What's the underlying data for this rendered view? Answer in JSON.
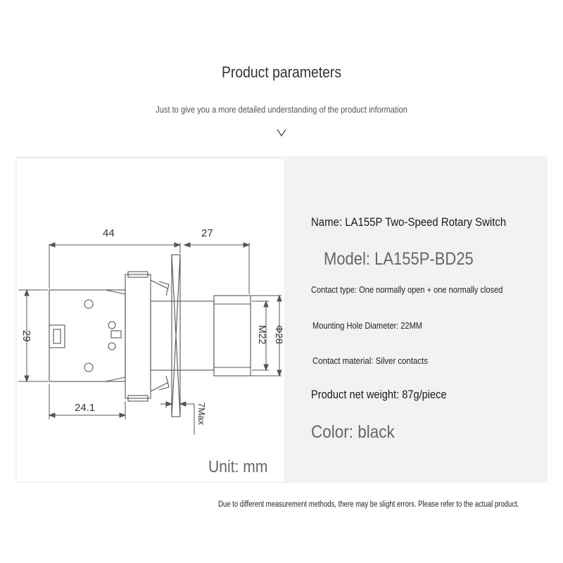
{
  "header": {
    "title": "Product parameters",
    "subtitle": "Just to give you a more detailed understanding of the product information"
  },
  "icons": {
    "scroll_hint": "chevron-down-icon"
  },
  "drawing": {
    "dim_length": "44",
    "dim_front": "27",
    "dim_height": "29",
    "dim_thread": "M22",
    "dim_diameter": "Φ28",
    "dim_contact_width": "24.1",
    "dim_panel_max": "7Max"
  },
  "specs": {
    "name": "Name: LA155P Two-Speed Rotary Switch",
    "model": "Model: LA155P-BD25",
    "contact_type": "Contact type: One normally open + one normally closed",
    "mounting_hole": "Mounting Hole Diameter: 22MM",
    "contact_material": "Contact material: Silver contacts",
    "net_weight": "Product net weight: 87g/piece",
    "color": "Color: black"
  },
  "unit": "Unit: mm",
  "note": "Due to different measurement methods, there may be slight errors. Please refer to the actual product."
}
